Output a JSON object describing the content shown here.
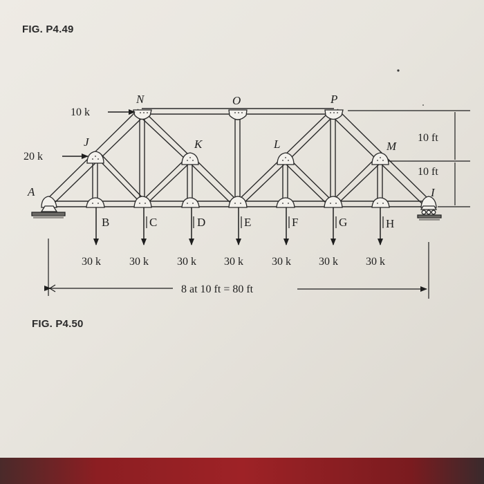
{
  "figure_top": "FIG. P4.49",
  "figure_bottom": "FIG. P4.50",
  "nodes": {
    "A": "A",
    "B": "B",
    "C": "C",
    "D": "D",
    "E": "E",
    "F": "F",
    "G": "G",
    "H": "H",
    "I": "I",
    "J": "J",
    "K": "K",
    "L": "L",
    "M": "M",
    "N": "N",
    "O": "O",
    "P": "P"
  },
  "horizontal_loads": {
    "at_N": "10 k",
    "at_J": "20 k"
  },
  "vertical_loads": [
    "30 k",
    "30 k",
    "30 k",
    "30 k",
    "30 k",
    "30 k",
    "30 k"
  ],
  "dimensions": {
    "upper_height": "10 ft",
    "lower_height": "10 ft",
    "span": "8 at 10 ft = 80 ft"
  }
}
